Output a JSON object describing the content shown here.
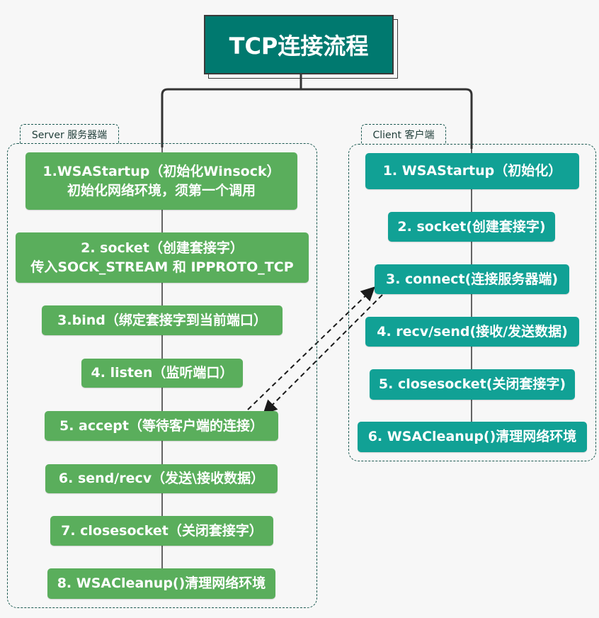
{
  "title": "TCP连接流程",
  "colors": {
    "title_bg": "#00796f",
    "server_step": "#5aae5c",
    "client_step": "#11a195",
    "group_border": "#1d5a52"
  },
  "server": {
    "label": "Server 服务器端",
    "steps": [
      {
        "lines": [
          "1.WSAStartup（初始化Winsock）",
          "初始化网络环境，须第一个调用"
        ]
      },
      {
        "lines": [
          "2. socket（创建套接字）",
          "传入SOCK_STREAM 和 IPPROTO_TCP"
        ]
      },
      {
        "lines": [
          "3.bind（绑定套接字到当前端口）"
        ]
      },
      {
        "lines": [
          "4. listen（监听端口）"
        ]
      },
      {
        "lines": [
          "5. accept（等待客户端的连接）"
        ]
      },
      {
        "lines": [
          "6. send/recv（发送\\接收数据）"
        ]
      },
      {
        "lines": [
          "7. closesocket（关闭套接字）"
        ]
      },
      {
        "lines": [
          "8. WSACleanup()清理网络环境"
        ]
      }
    ]
  },
  "client": {
    "label": "Client 客户端",
    "steps": [
      {
        "lines": [
          "1. WSAStartup（初始化）"
        ]
      },
      {
        "lines": [
          "2. socket(创建套接字)"
        ]
      },
      {
        "lines": [
          "3. connect(连接服务器端)"
        ]
      },
      {
        "lines": [
          "4. recv/send(接收/发送数据)"
        ]
      },
      {
        "lines": [
          "5. closesocket(关闭套接字)"
        ]
      },
      {
        "lines": [
          "6. WSACleanup()清理网络环境"
        ]
      }
    ]
  }
}
